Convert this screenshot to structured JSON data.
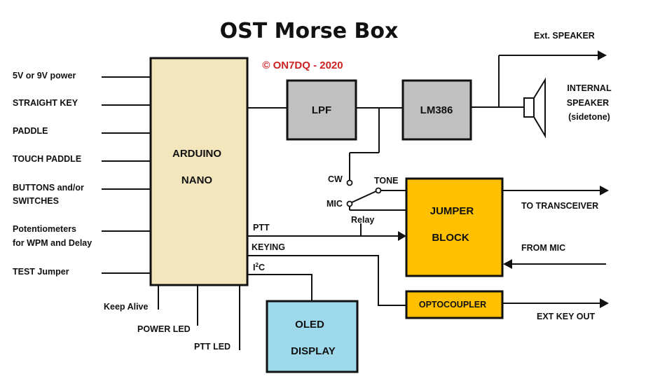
{
  "title": "OST Morse Box",
  "copyright": "© ON7DQ - 2020",
  "colors": {
    "arduino": "#f3e6bd",
    "gray_block": "#c0c0c0",
    "jumper": "#ffc000",
    "optocoupler": "#ffc000",
    "oled": "#9dd9eb",
    "copyright": "#cc2222",
    "line": "#111111"
  },
  "blocks": {
    "arduino": [
      "ARDUINO",
      "NANO"
    ],
    "lpf": "LPF",
    "lm386": "LM386",
    "jumper": [
      "JUMPER",
      "BLOCK"
    ],
    "optocoupler": "OPTOCOUPLER",
    "oled": [
      "OLED",
      "DISPLAY"
    ]
  },
  "inputs": [
    [
      "5V or 9V power"
    ],
    [
      "STRAIGHT KEY"
    ],
    [
      "PADDLE"
    ],
    [
      "TOUCH PADDLE"
    ],
    [
      "BUTTONS and/or",
      "SWITCHES"
    ],
    [
      "Potentiometers",
      "for WPM and Delay"
    ],
    [
      "TEST Jumper"
    ]
  ],
  "bottom_outputs": [
    "Keep Alive",
    "POWER LED",
    "PTT LED"
  ],
  "signals": {
    "ptt": "PTT",
    "keying": "KEYING",
    "i2c_main": "I",
    "i2c_sup": "2",
    "i2c_end": "C"
  },
  "switch_labels": {
    "cw": "CW",
    "mic": "MIC",
    "tone": "TONE",
    "relay": "Relay"
  },
  "outputs": {
    "ext_speaker": "Ext. SPEAKER",
    "internal_speaker": [
      "INTERNAL",
      "SPEAKER",
      "(sidetone)"
    ],
    "to_transceiver": "TO TRANSCEIVER",
    "from_mic": "FROM MIC",
    "ext_key_out": "EXT KEY OUT"
  }
}
